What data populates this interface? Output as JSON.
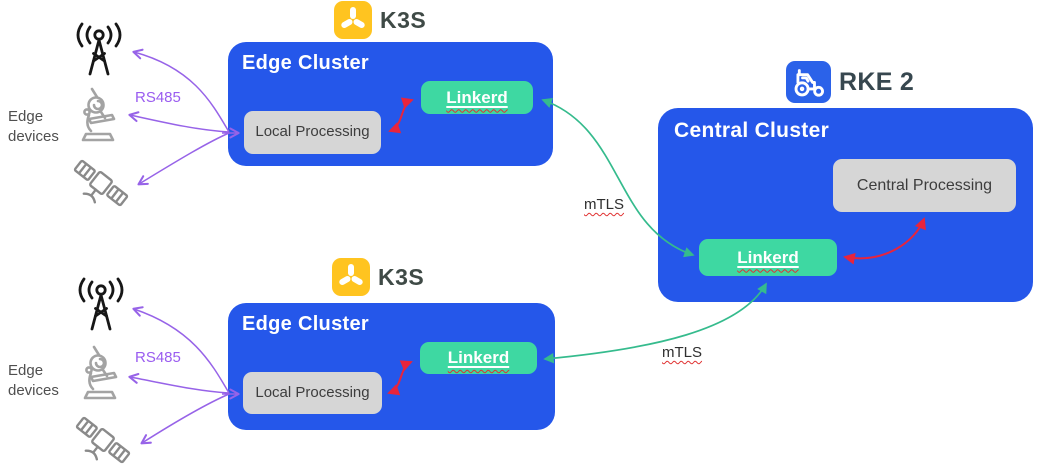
{
  "logos": {
    "k3s": "K3S",
    "rke2": "RKE 2"
  },
  "edge_cluster": {
    "title": "Edge Cluster",
    "processing_label": "Local Processing",
    "linkerd_label": "Linkerd",
    "runtime": "K3S"
  },
  "central_cluster": {
    "title": "Central Cluster",
    "processing_label": "Central Processing",
    "linkerd_label": "Linkerd",
    "runtime": "RKE 2"
  },
  "labels": {
    "edge_devices": "Edge devices",
    "rs485": "RS485",
    "mtls": "mTLS"
  },
  "edge_device_icons": [
    "radio-tower-icon",
    "microscope-icon",
    "satellite-icon"
  ],
  "connections": [
    {
      "from": "edge-cluster-1-linkerd",
      "to": "central-linkerd",
      "label": "mTLS",
      "type": "green-mtls"
    },
    {
      "from": "edge-cluster-2-linkerd",
      "to": "central-linkerd",
      "label": "mTLS",
      "type": "green-mtls"
    },
    {
      "from": "local-processing-1",
      "to": "edge-cluster-1-linkerd",
      "type": "red-internal"
    },
    {
      "from": "local-processing-2",
      "to": "edge-cluster-2-linkerd",
      "type": "red-internal"
    },
    {
      "from": "central-linkerd",
      "to": "central-processing",
      "type": "red-internal"
    },
    {
      "from": "edge-devices-top",
      "to": "local-processing-1",
      "label": "RS485",
      "type": "purple-serial"
    },
    {
      "from": "edge-devices-bottom",
      "to": "local-processing-2",
      "label": "RS485",
      "type": "purple-serial"
    }
  ],
  "colors": {
    "cluster_blue": "#2557ea",
    "linkerd_green": "#3ed8a2",
    "arrow_green": "#35bb8d",
    "arrow_red": "#e8243c",
    "arrow_purple": "#9763e8",
    "box_gray": "#d6d6d6",
    "k3s_yellow": "#ffc420",
    "rke2_blue": "#2b62e9",
    "spellcheck_red": "#e03131"
  }
}
